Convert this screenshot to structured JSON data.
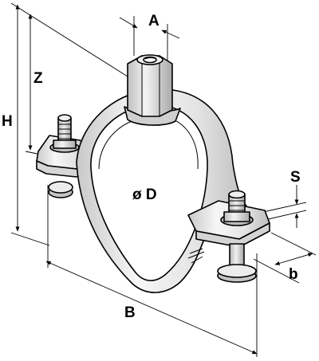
{
  "labels": {
    "a": "A",
    "z": "Z",
    "h": "H",
    "s": "S",
    "diameter": "ø D",
    "b_small": "b",
    "b_large": "B"
  },
  "colors": {
    "line": "#000000",
    "metal_light": "#f4f4f4",
    "metal_mid": "#d9d9d9",
    "metal_dark": "#b3b3b3",
    "background": "#ffffff"
  }
}
